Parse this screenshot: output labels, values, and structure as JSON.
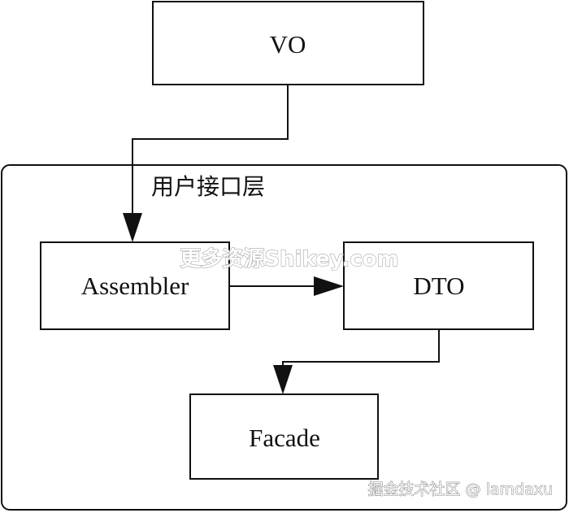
{
  "layer": {
    "label": "用户接口层"
  },
  "nodes": {
    "vo": {
      "label": "VO"
    },
    "assembler": {
      "label": "Assembler"
    },
    "dto": {
      "label": "DTO"
    },
    "facade": {
      "label": "Facade"
    }
  },
  "watermark": "更多资源Shikey.com",
  "credit": "掘金技术社区 @ lamdaxu"
}
